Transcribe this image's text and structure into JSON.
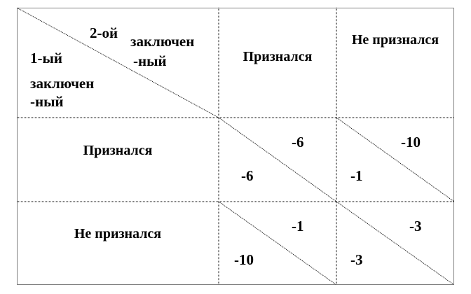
{
  "corner": {
    "top_line1": "2-ой",
    "top_line2": "заключен",
    "top_line3": "-ный",
    "left_line1": "1-ый",
    "left_line2": "заключен",
    "left_line3": "-ный"
  },
  "columns": [
    "Признался",
    "Не признался"
  ],
  "rows": [
    "Признался",
    "Не признался"
  ],
  "payoffs": [
    [
      {
        "top": "-6",
        "bottom": "-6"
      },
      {
        "top": "-10",
        "bottom": "-1"
      }
    ],
    [
      {
        "top": "-1",
        "bottom": "-10"
      },
      {
        "top": "-3",
        "bottom": "-3"
      }
    ]
  ]
}
